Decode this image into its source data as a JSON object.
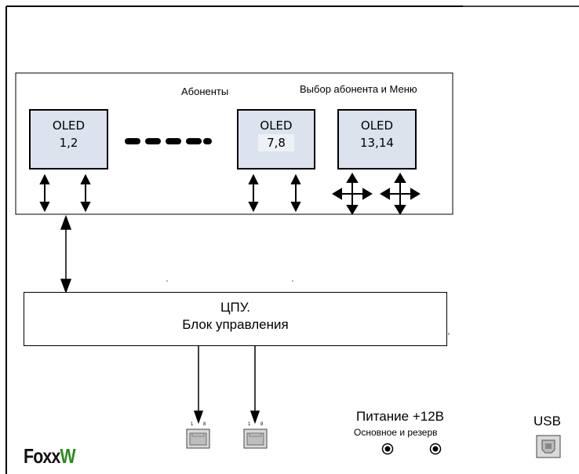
{
  "subscribers_label": "Абоненты",
  "menu_label": "Выбор абонента и Меню",
  "oled_units": [
    {
      "title": "OLED",
      "numbers": "1,2"
    },
    {
      "title": "OLED",
      "numbers": "7,8"
    },
    {
      "title": "OLED",
      "numbers": "13,14"
    }
  ],
  "cpu": {
    "line1": "ЦПУ.",
    "line2": "Блок управления"
  },
  "power": {
    "title": "Питание +12В",
    "subtitle": "Основное и резерв"
  },
  "usb_label": "USB",
  "port_pins": {
    "left": "1",
    "right": "8"
  },
  "logo": {
    "part1": "Foxx",
    "part2": "W",
    "color1": "#111111",
    "color2": "#2e8b1e"
  }
}
